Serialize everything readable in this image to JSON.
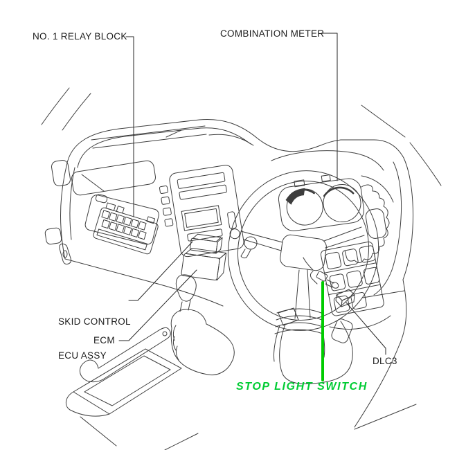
{
  "diagram": {
    "type": "vehicle-dashboard-component-location",
    "colors": {
      "background": "#ffffff",
      "line": "#3d3d3d",
      "label": "#1c1c1c",
      "highlight_line": "#00cc00",
      "highlight_text": "#00cc33"
    },
    "labels": {
      "relay_block": "NO. 1 RELAY BLOCK",
      "combination_meter": "COMBINATION METER",
      "skid_control_line1": "SKID CONTROL",
      "skid_control_line2": "ECU ASSY",
      "ecm": "ECM",
      "dlc3": "DLC3",
      "stop_light_switch": "STOP LIGHT SWITCH"
    }
  }
}
